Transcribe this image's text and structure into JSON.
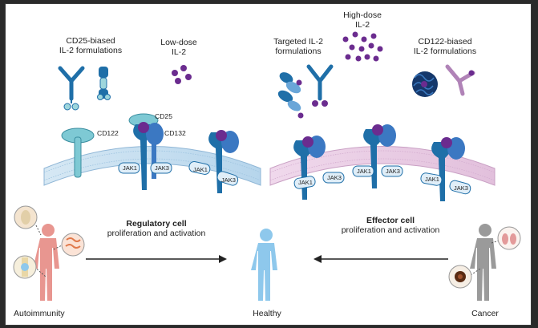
{
  "labels": {
    "cd25_biased": [
      "CD25-biased",
      "IL-2 formulations"
    ],
    "low_dose": [
      "Low-dose",
      "IL-2"
    ],
    "targeted": [
      "Targeted IL-2",
      "formulations"
    ],
    "high_dose": [
      "High-dose",
      "IL-2"
    ],
    "cd122_biased": [
      "CD122-biased",
      "IL-2 formulations"
    ],
    "cd25": "CD25",
    "cd122": "CD122",
    "cd132": "CD132",
    "jak1": "JAK1",
    "jak3": "JAK3",
    "regulatory_title": "Regulatory cell",
    "regulatory_sub": "proliferation and activation",
    "effector_title": "Effector cell",
    "effector_sub": "proliferation and activation",
    "autoimmunity": "Autoimmunity",
    "healthy": "Healthy",
    "cancer": "Cancer"
  },
  "colors": {
    "frame": "#2a2a2a",
    "receptor_blue": "#1f6fa8",
    "receptor_light": "#7ec9d4",
    "il2_purple": "#6b2c8f",
    "membrane_left": "#c8dff0",
    "membrane_right": "#e8c9e3",
    "autoimmunity_body": "#e89690",
    "healthy_body": "#8ec8ec",
    "cancer_body": "#9a9a9a"
  }
}
